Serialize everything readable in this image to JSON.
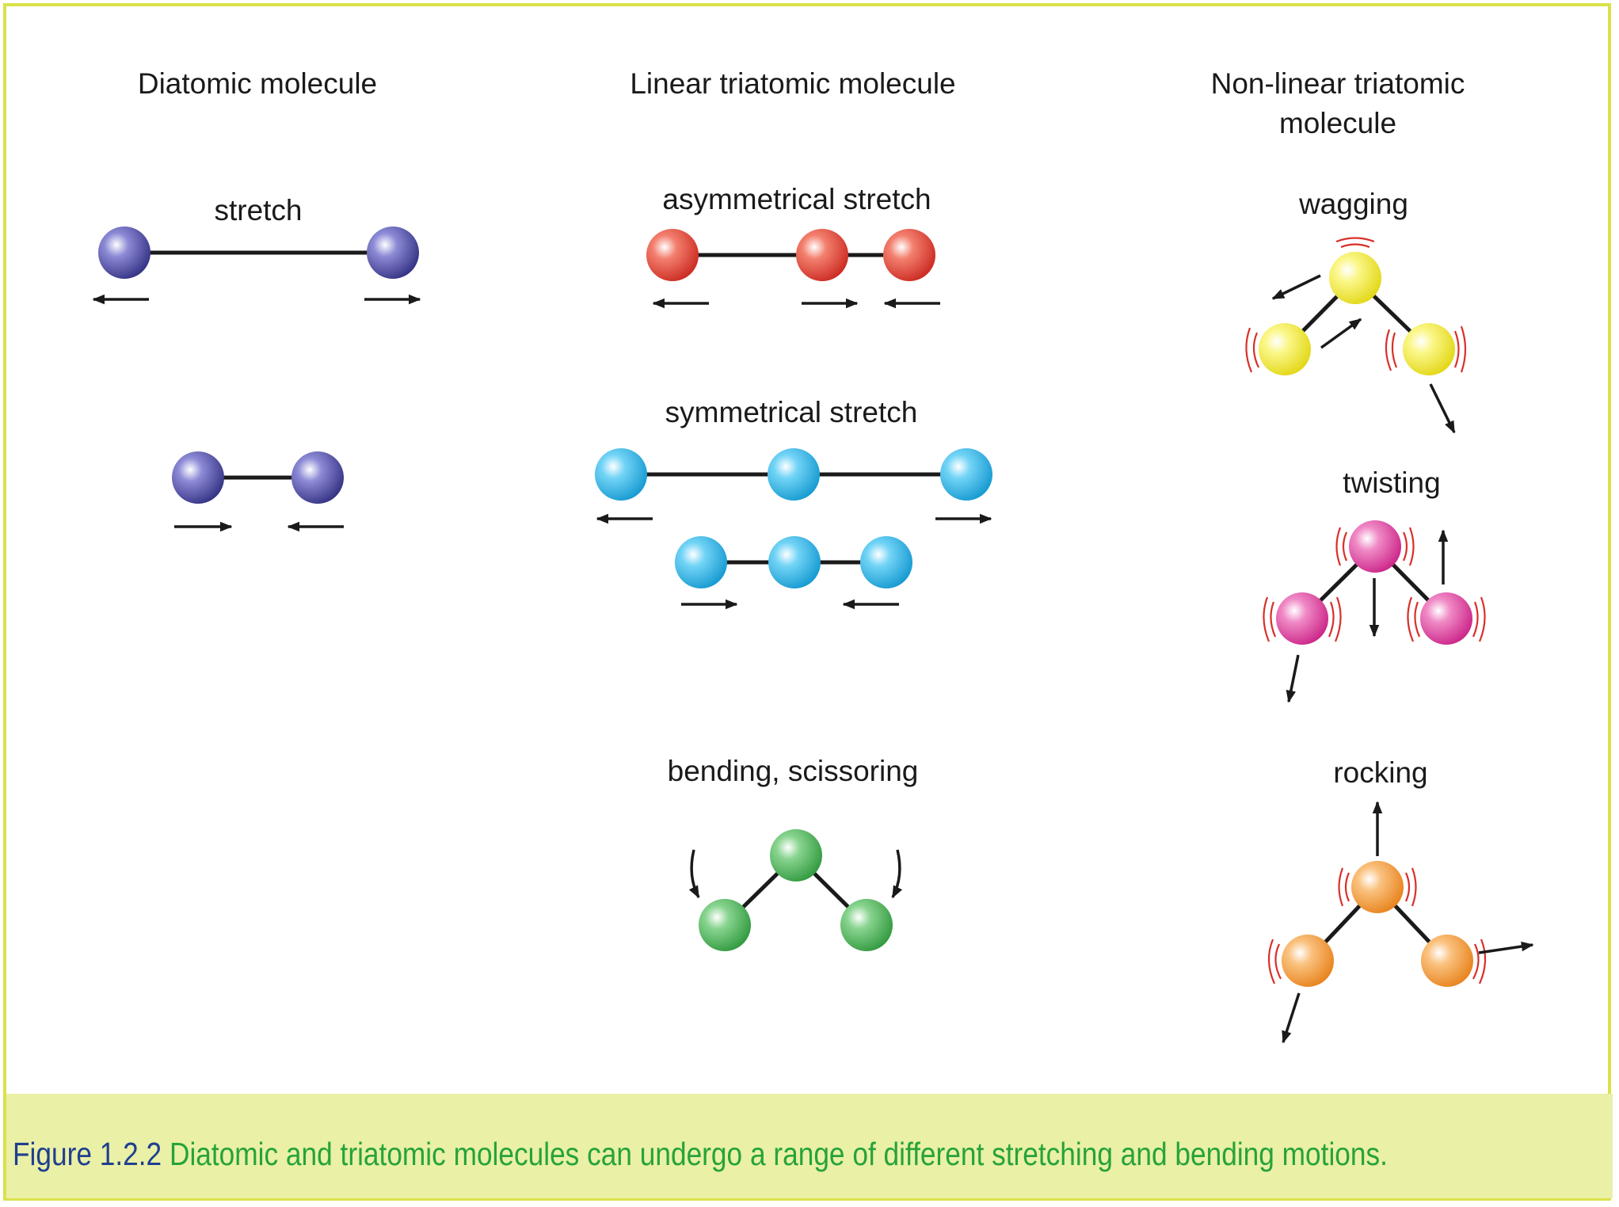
{
  "headings": {
    "diatomic": "Diatomic molecule",
    "linear": "Linear triatomic molecule",
    "nonlinear_1": "Non-linear triatomic",
    "nonlinear_2": "molecule"
  },
  "modes": {
    "stretch": "stretch",
    "asymmetrical_stretch": "asymmetrical stretch",
    "symmetrical_stretch": "symmetrical stretch",
    "bending_scissoring": "bending, scissoring",
    "wagging": "wagging",
    "twisting": "twisting",
    "rocking": "rocking"
  },
  "caption": {
    "label": "Figure 1.2.2",
    "text": "Diatomic and triatomic molecules can undergo a range of different stretching and bending motions."
  },
  "colors": {
    "diatomic": "#3e3c9a",
    "asymmetrical": "#e43a2c",
    "symmetrical": "#1fb3e8",
    "bending": "#3cae4c",
    "wagging": "#f4ef2a",
    "twisting": "#e23a9e",
    "rocking": "#f59a2e",
    "frame": "#d9e24a",
    "caption_background": "#eaf0a6",
    "caption_label": "#1f3f8f",
    "caption_text": "#26a33a"
  }
}
